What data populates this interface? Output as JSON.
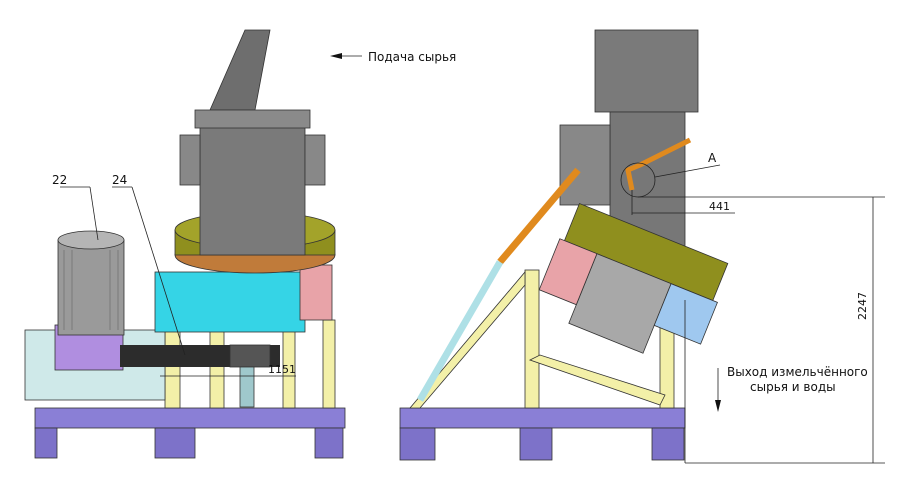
{
  "annotations": {
    "feed_label": "Подача сырья",
    "output_label_line1": "Выход измельчённого",
    "output_label_line2": "сырья и воды",
    "callout_22": "22",
    "callout_24": "24",
    "detail_a": "A"
  },
  "dimensions": {
    "belt_span": "1151",
    "pipe_offset": "441",
    "total_height": "2247"
  },
  "colors": {
    "hopper": "#7a7a7a",
    "base_frame": "#8a7fd6",
    "frame_yellow": "#f3f0a8",
    "housing_cyan": "#35d4e6",
    "drum_olive": "#8f8f1e",
    "motor_grey": "#9a9a9a",
    "pipe_orange": "#e08a1e",
    "guard_blue": "#9fc8ef",
    "pink": "#e8a3a8"
  }
}
